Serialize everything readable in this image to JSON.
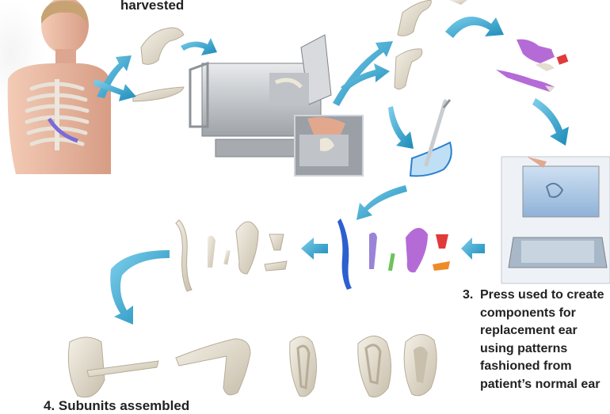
{
  "labels": {
    "harvested": "harvested",
    "step2_partial": "",
    "step3": {
      "number": "3.",
      "lines": [
        "Press used to create",
        "components for",
        "replacement ear",
        "using patterns",
        "fashioned from",
        "patient’s normal ear"
      ]
    },
    "step4": "4. Subunits assembled"
  },
  "colors": {
    "arrow": "#2a9ec9",
    "arrow_dark": "#1a7ea8",
    "cartilage": "#e4ded0",
    "cartilage_shadow": "#bfb6a4",
    "skin": "#e9b8a2",
    "skin_shadow": "#c98e78",
    "ribs": "#e8e2d8",
    "rib_highlight": "#7a6bd6",
    "metal": "#c9ccd0",
    "metal_dark": "#8d9297",
    "purple_part": "#b56bd6",
    "red_part": "#e23a3a",
    "green_part": "#6cc35a",
    "orange_part": "#ef8a2a",
    "blue_part": "#2d5fcf",
    "press_screen": "#a9c6e6"
  },
  "icons": {
    "arrow": "curved-arrow-icon",
    "press": "press-machine-icon",
    "patient": "patient-torso-icon"
  }
}
